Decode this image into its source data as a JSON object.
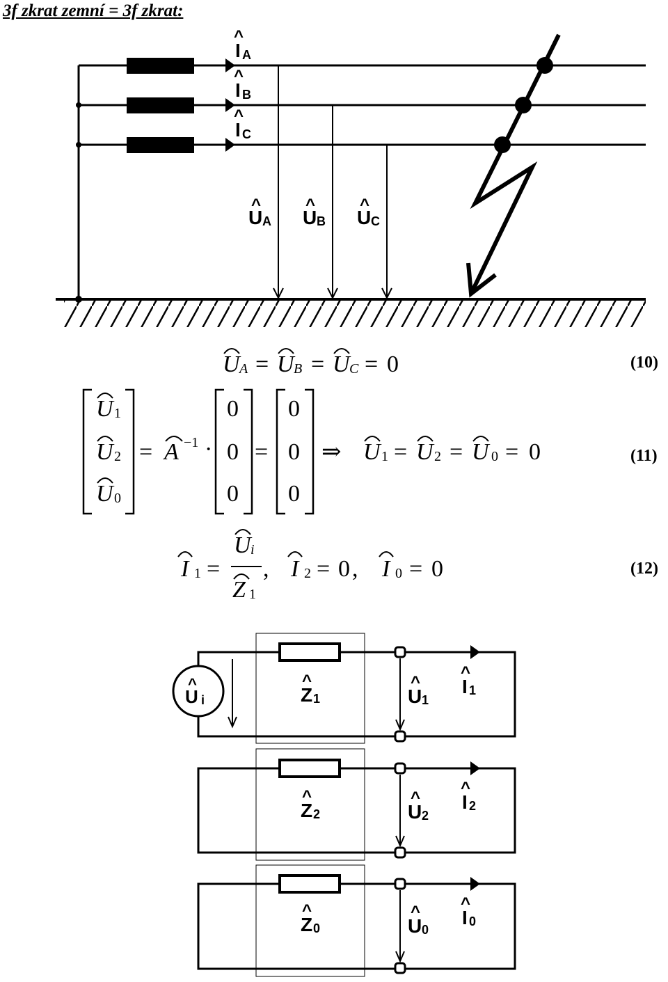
{
  "title": "3f zkrat zemní = 3f zkrat:",
  "top_diagram": {
    "currents": [
      "A",
      "B",
      "C"
    ],
    "voltages": [
      "A",
      "B",
      "C"
    ],
    "symbol_current": "I",
    "symbol_voltage": "U"
  },
  "equations": {
    "eq10": {
      "lhs": [
        "A",
        "B",
        "C"
      ],
      "rhs": "0",
      "number": "(10)"
    },
    "eq11": {
      "vector_subs": [
        "1",
        "2",
        "0"
      ],
      "matrix": "A",
      "inverse": "−1",
      "zeros": [
        "0",
        "0",
        "0"
      ],
      "result_subs": [
        "1",
        "2",
        "0"
      ],
      "rhs": "0",
      "number": "(11)"
    },
    "eq12": {
      "i1_sub": "1",
      "numerator_sub": "i",
      "denominator_sub": "1",
      "i2_sub": "2",
      "i0_sub": "0",
      "zero": "0",
      "number": "(12)"
    }
  },
  "circuits": [
    {
      "seq": "1",
      "source": "i"
    },
    {
      "seq": "2"
    },
    {
      "seq": "0"
    }
  ]
}
